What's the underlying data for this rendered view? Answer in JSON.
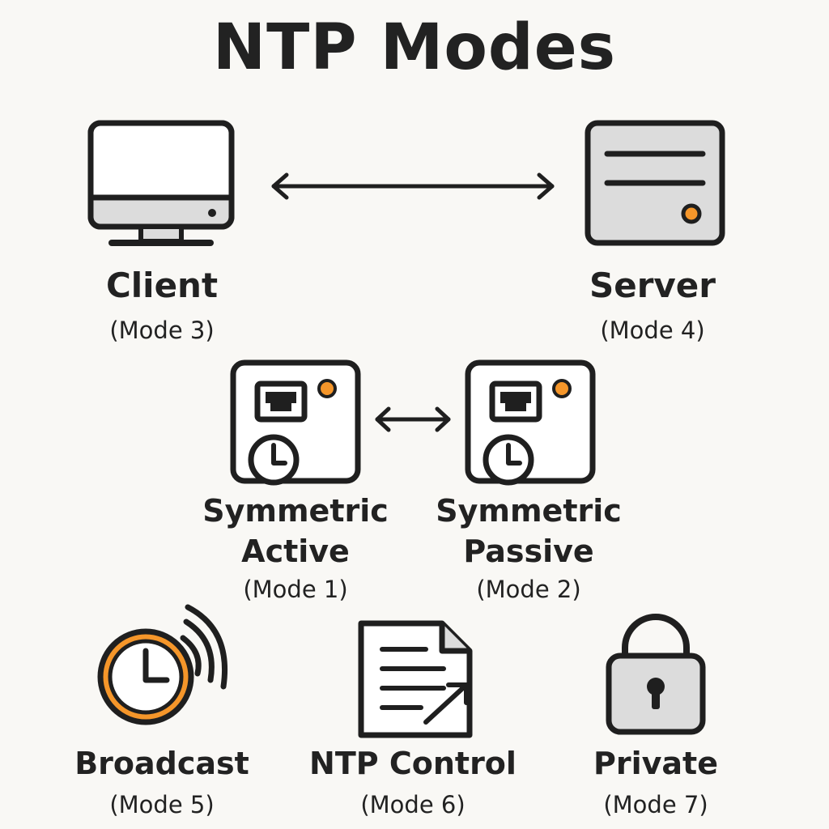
{
  "title": "NTP Modes",
  "colors": {
    "stroke": "#1f1f1f",
    "fill": "#dcdcdc",
    "accent": "#f5962a",
    "background": "#f9f8f5"
  },
  "modes": {
    "client": {
      "name": "Client",
      "mode": "(Mode 3)",
      "icon": "monitor-icon"
    },
    "server": {
      "name": "Server",
      "mode": "(Mode 4)",
      "icon": "server-icon"
    },
    "sym_active": {
      "name_line1": "Symmetric",
      "name_line2": "Active",
      "mode": "(Mode 1)",
      "icon": "network-clock-icon"
    },
    "sym_passive": {
      "name_line1": "Symmetric",
      "name_line2": "Passive",
      "mode": "(Mode 2)",
      "icon": "network-clock-icon"
    },
    "broadcast": {
      "name": "Broadcast",
      "mode": "(Mode 5)",
      "icon": "broadcast-clock-icon"
    },
    "control": {
      "name": "NTP Control",
      "mode": "(Mode 6)",
      "icon": "document-icon"
    },
    "private": {
      "name": "Private",
      "mode": "(Mode 7)",
      "icon": "padlock-icon"
    }
  }
}
